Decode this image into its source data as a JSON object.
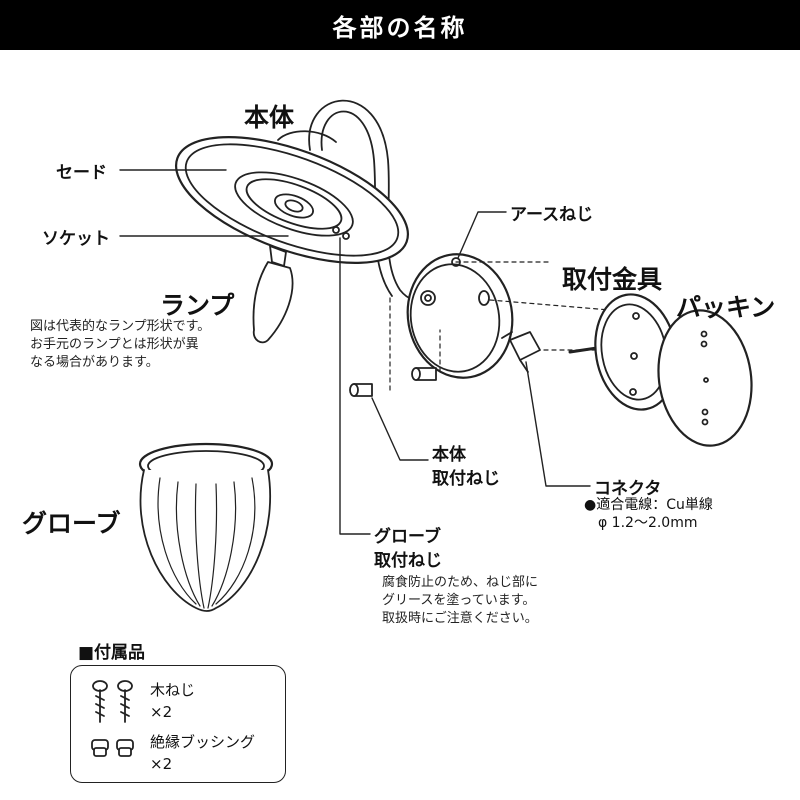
{
  "header": {
    "title": "各部の名称"
  },
  "labels": {
    "body": "本体",
    "shade": "セード",
    "socket": "ソケット",
    "lamp": "ランプ",
    "globe": "グローブ",
    "earth_screw": "アースねじ",
    "mount_bracket": "取付金具",
    "packing": "パッキン",
    "body_screw_1": "本体",
    "body_screw_2": "取付ねじ",
    "connector": "コネクタ",
    "connector_spec_1": "●適合電線：Cu単線",
    "connector_spec_2": "φ 1.2〜2.0mm",
    "globe_screw_1": "グローブ",
    "globe_screw_2": "取付ねじ"
  },
  "notes": {
    "lamp_note": [
      "図は代表的なランプ形状です。",
      "お手元のランプとは形状が異",
      "なる場合があります。"
    ],
    "globe_screw_note": [
      "腐食防止のため、ねじ部に",
      "グリースを塗っています。",
      "取扱時にご注意ください。"
    ]
  },
  "accessories": {
    "title": "■付属品",
    "items": [
      {
        "name": "木ねじ",
        "qty": "×2",
        "icon": "wood-screw-icon"
      },
      {
        "name": "絶縁ブッシング",
        "qty": "×2",
        "icon": "bushing-icon"
      }
    ]
  }
}
